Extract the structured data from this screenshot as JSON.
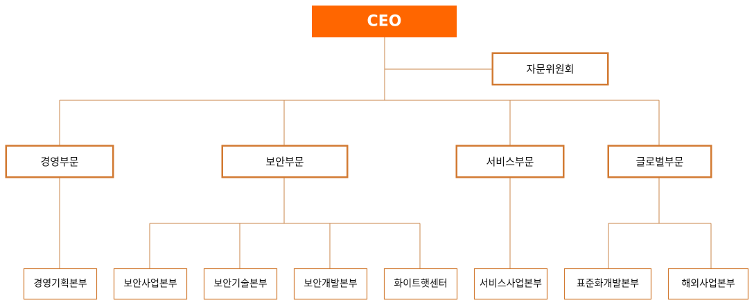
{
  "colors": {
    "ceo_fill": "#ff6600",
    "ceo_text": "#ffffff",
    "border": "#d27a32",
    "line": "#c9844a"
  },
  "org": {
    "ceo": "CEO",
    "advisory": "자문위원회",
    "divisions": [
      {
        "label": "경영부문",
        "units": [
          "경영기획본부"
        ]
      },
      {
        "label": "보안부문",
        "units": [
          "보안사업본부",
          "보안기술본부",
          "보안개발본부",
          "화이트햇센터"
        ]
      },
      {
        "label": "서비스부문",
        "units": [
          "서비스사업본부"
        ]
      },
      {
        "label": "글로벌부문",
        "units": [
          "표준화개발본부",
          "해외사업본부"
        ]
      }
    ]
  }
}
